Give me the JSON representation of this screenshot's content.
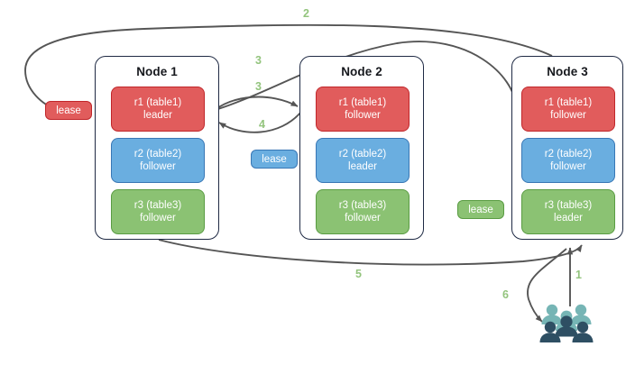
{
  "diagram": {
    "title": "Distributed database replica and lease diagram",
    "colors": {
      "replica_red_fill": "#e15c5c",
      "replica_red_stroke": "#c0262a",
      "replica_blue_fill": "#6aaee0",
      "replica_blue_stroke": "#3877b5",
      "replica_green_fill": "#8bc273",
      "replica_green_stroke": "#5a9c43",
      "node_border": "#1f2a44",
      "edge_stroke": "#555555",
      "edge_label": "#93c47d",
      "users_light": "#76b5b5",
      "users_dark": "#2e4f63",
      "background": "#ffffff"
    },
    "nodes": [
      {
        "title": "Node 1",
        "replicas": [
          {
            "name": "r1 (table1)",
            "role": "leader",
            "color": "red"
          },
          {
            "name": "r2 (table2)",
            "role": "follower",
            "color": "blue"
          },
          {
            "name": "r3 (table3)",
            "role": "follower",
            "color": "green"
          }
        ]
      },
      {
        "title": "Node 2",
        "replicas": [
          {
            "name": "r1 (table1)",
            "role": "follower",
            "color": "red"
          },
          {
            "name": "r2 (table2)",
            "role": "leader",
            "color": "blue"
          },
          {
            "name": "r3 (table3)",
            "role": "follower",
            "color": "green"
          }
        ]
      },
      {
        "title": "Node 3",
        "replicas": [
          {
            "name": "r1 (table1)",
            "role": "follower",
            "color": "red"
          },
          {
            "name": "r2 (table2)",
            "role": "follower",
            "color": "blue"
          },
          {
            "name": "r3 (table3)",
            "role": "leader",
            "color": "green"
          }
        ]
      }
    ],
    "leases": [
      {
        "label": "lease",
        "color": "red"
      },
      {
        "label": "lease",
        "color": "blue"
      },
      {
        "label": "lease",
        "color": "green"
      }
    ],
    "edge_labels": [
      {
        "text": "1"
      },
      {
        "text": "2"
      },
      {
        "text": "3"
      },
      {
        "text": "3"
      },
      {
        "text": "4"
      },
      {
        "text": "5"
      },
      {
        "text": "6"
      }
    ],
    "users": {
      "icon": "users-icon",
      "people_count": 5
    }
  }
}
